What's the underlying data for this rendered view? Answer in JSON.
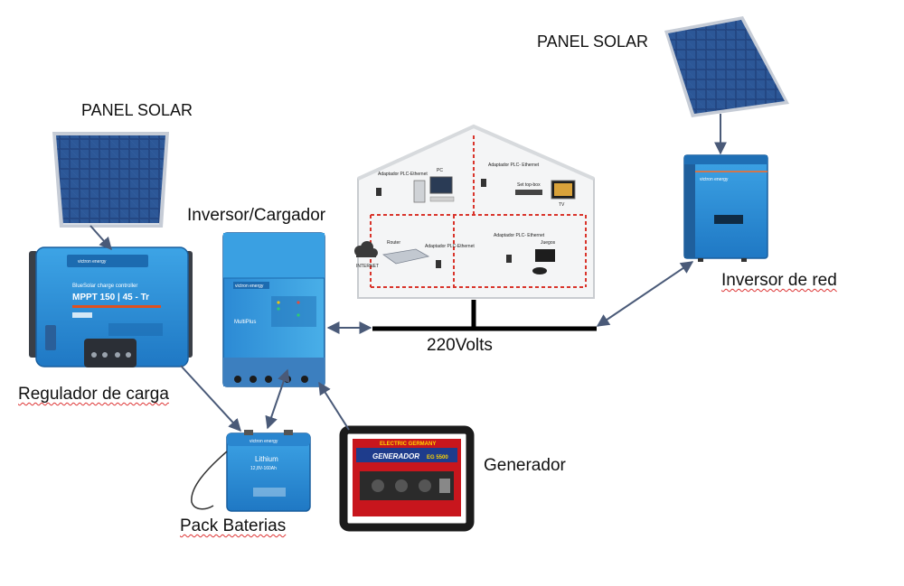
{
  "labels": {
    "panel_left": "PANEL SOLAR",
    "panel_right": "PANEL SOLAR",
    "inversor_cargador": "Inversor/Cargador",
    "inversor_red": "Inversor de red",
    "regulador": "Regulador de carga",
    "pack_baterias": "Pack Baterias",
    "generador": "Generador",
    "bus_voltage": "220Volts"
  },
  "house": {
    "adapter1": "Adaptador PLC-Ethernet",
    "pc": "PC",
    "adapter2": "Adaptador PLC- Ethernet",
    "settop": "Set top-box",
    "tv": "TV",
    "router": "Router",
    "adapter3": "Adaptador PLC-Ethernet",
    "adapter4": "Adaptador PLC- Ethernet",
    "juegos": "Juegos",
    "internet": "INTERNET"
  },
  "devices": {
    "regulator_brand": "victron energy",
    "regulator_model_line1": "BlueSolar charge controller",
    "regulator_model_line2": "MPPT 150 | 45 - Tr",
    "multiplus_name": "MultiPlus",
    "multiplus_brand": "victron energy",
    "battery_brand": "victron energy",
    "battery_line1": "Lithium",
    "battery_line2": "12,8V-160Ah",
    "generator_brand": "ELECTRIC GERMANY",
    "generator_name": "GENERADOR",
    "generator_model": "EG 5500",
    "grid_inverter_brand": "victron energy"
  },
  "colors": {
    "victron_blue": "#2b8fd6",
    "panel_cell": "#1d3f7a",
    "arrow": "#4a5a78",
    "bus": "#000000",
    "generator_red": "#c8161d",
    "squiggle": "#d33333"
  }
}
